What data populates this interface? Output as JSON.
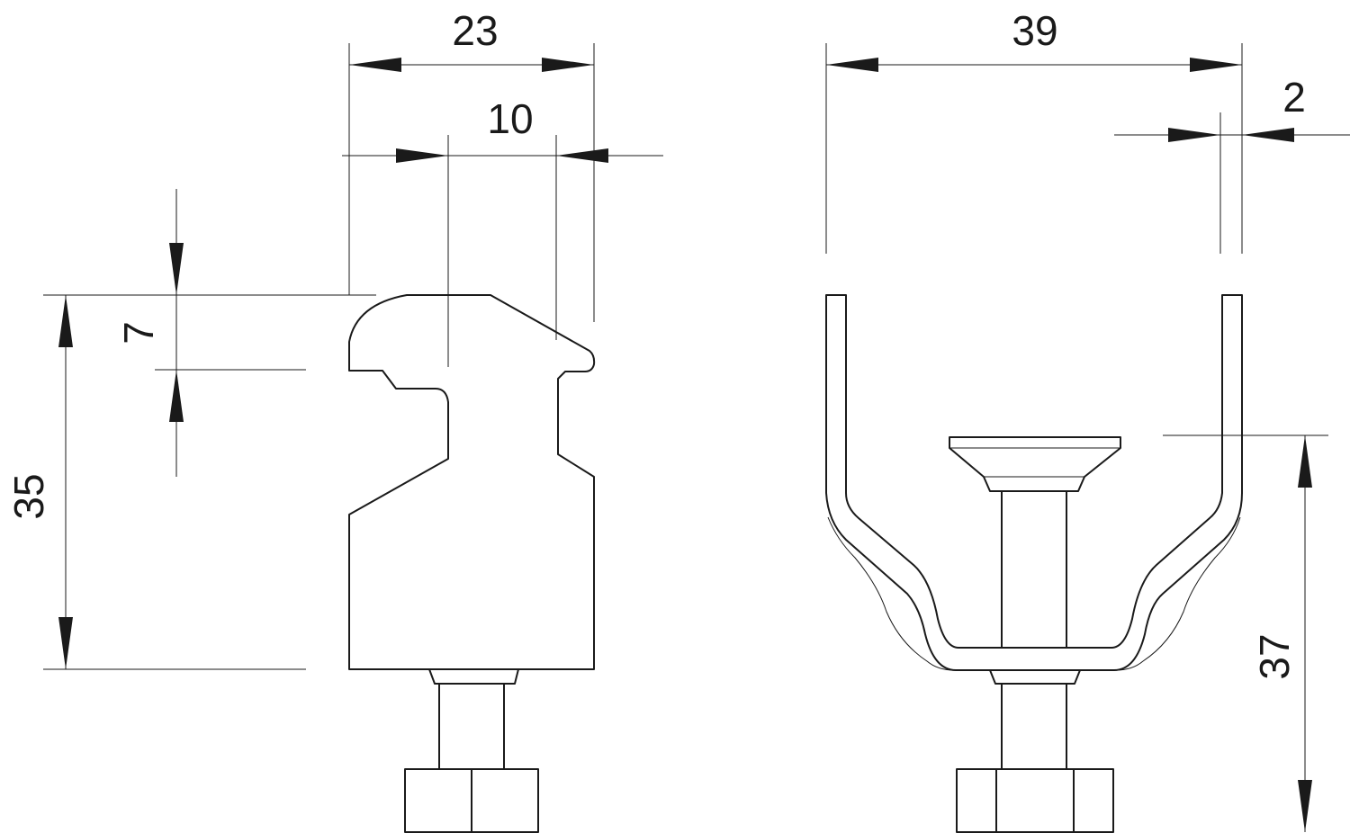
{
  "drawing": {
    "side_view": {
      "dimensions": {
        "width_total": "23",
        "width_inner": "10",
        "hook_height": "7",
        "height": "35"
      }
    },
    "front_view": {
      "dimensions": {
        "width_total": "39",
        "thickness": "2",
        "height": "37"
      }
    }
  }
}
